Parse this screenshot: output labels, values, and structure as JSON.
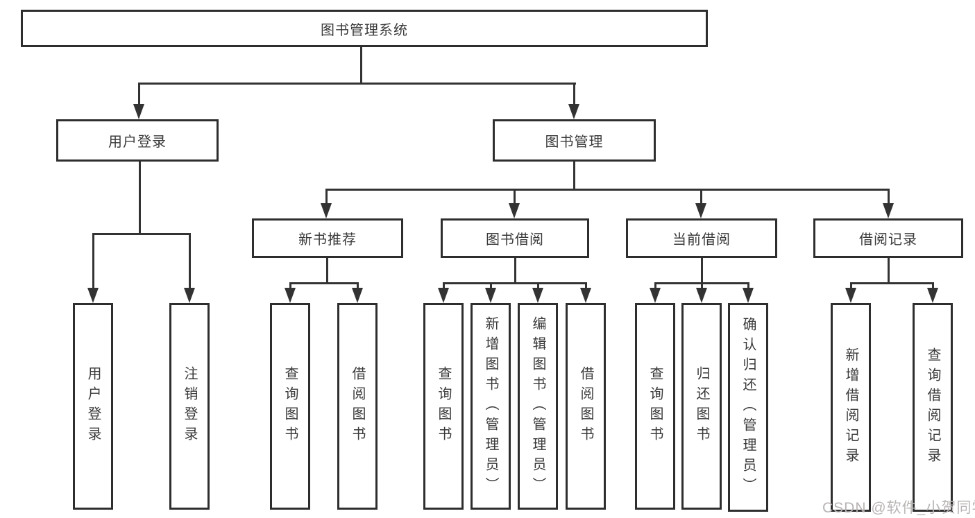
{
  "nodes": {
    "root": "图书管理系统",
    "level2": [
      "用户登录",
      "图书管理"
    ],
    "level3": [
      "新书推荐",
      "图书借阅",
      "当前借阅",
      "借阅记录"
    ],
    "leaves_user_login": [
      "用户登录",
      "注销登录"
    ],
    "leaves_new_book": [
      "查询图书",
      "借阅图书"
    ],
    "leaves_book_borrow": [
      "查询图书",
      "新增图书（管理员）",
      "编辑图书（管理员）",
      "借阅图书"
    ],
    "leaves_current_borrow": [
      "查询图书",
      "归还图书",
      "确认归还（管理员）"
    ],
    "leaves_borrow_records": [
      "新增借阅记录",
      "查询借阅记录"
    ]
  },
  "watermark": "CSDN @软件_小贺同学",
  "colors": {
    "line": "#333333",
    "box_border": "#2e2e2e",
    "text": "#3a3a3a",
    "watermark": "#b9b4b4",
    "background": "#ffffff"
  }
}
